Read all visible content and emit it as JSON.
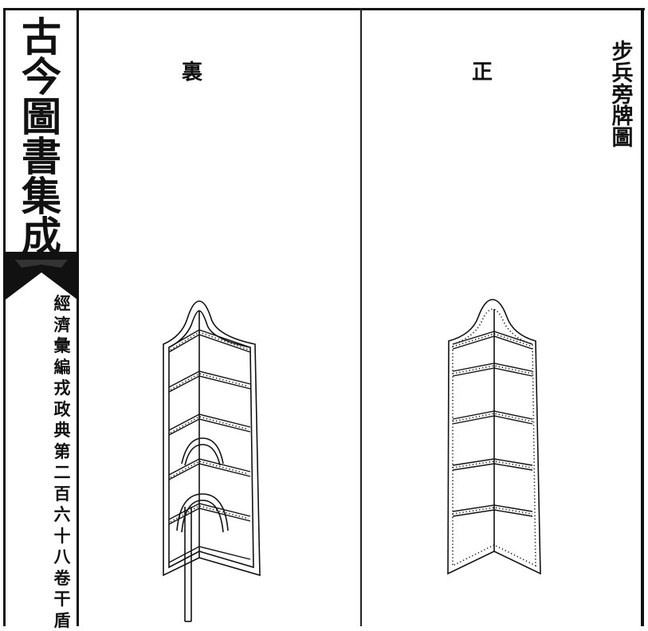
{
  "spine": {
    "book_title": "古今圖書集成",
    "section_info": "經濟彙編戎政典第二百六十八卷干盾"
  },
  "plate": {
    "caption": "步兵旁牌圖",
    "back_label": "裏",
    "front_label": "正"
  }
}
